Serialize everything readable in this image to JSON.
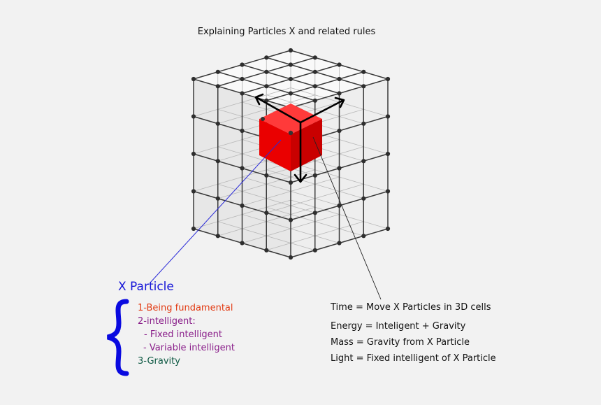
{
  "title": "Explaining Particles X and related rules",
  "x_particle": {
    "heading": "X Particle",
    "rules": [
      "1-Being fundamental",
      "2-intelligent:",
      "-  Fixed intelligent",
      "- Variable intelligent",
      "3-Gravity"
    ]
  },
  "definitions": [
    "Time = Move X Particles in 3D cells",
    "Energy = Inteligent + Gravity",
    "Mass = Gravity from X Particle",
    "Light = Fixed intelligent of X Particle"
  ],
  "colors": {
    "particle": "#f00d0d",
    "heading": "#1515d8",
    "brace": "#0a0ae0",
    "pointer_line": "#2a2ad8",
    "rule_fundamental": "#e23a12",
    "rule_intelligent": "#8a1f8a",
    "rule_gravity": "#0f5a44"
  }
}
